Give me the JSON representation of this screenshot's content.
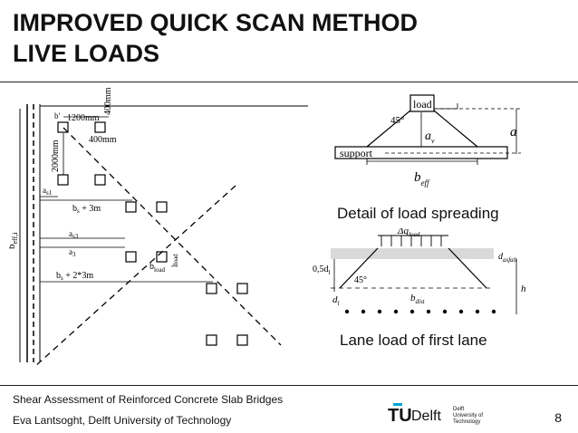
{
  "slide": {
    "title_line1": "IMPROVED QUICK SCAN METHOD",
    "title_line2": "LIVE LOADS",
    "page_number": "8"
  },
  "figure_left": {
    "labels": {
      "b_prime": "b'",
      "dim_1200": "1200mm",
      "dim_400_vertical": "400mm",
      "dim_400": "400mm",
      "dim_2000": "2000mm",
      "a_s1": "a",
      "a_s1_sub": "s1",
      "bs3m_b": "b",
      "bs3m_sub": "s",
      "bs3m_rest": " + 3m",
      "a_s3": "a",
      "a_s3_sub": "s3",
      "a_3": "a",
      "a_3_sub": "3",
      "bs23m_b": "b",
      "bs23m_sub": "s",
      "bs23m_rest": " + 2*3m",
      "b_load": "b",
      "b_load_sub": "load",
      "l_load": "l",
      "l_load_sub": "load",
      "b_eff": "b",
      "b_eff_sub": "eff,i"
    }
  },
  "figure_top_right": {
    "labels": {
      "load": "load",
      "angle": "45°",
      "a_v": "a",
      "a_v_sub": "v",
      "a": "a",
      "support": "support",
      "b_eff": "b",
      "b_eff_sub": "eff"
    },
    "caption": "Detail of load spreading"
  },
  "figure_bottom_right": {
    "labels": {
      "delta_q": "Δq",
      "delta_q_sub": "load",
      "d_asfalt": "d",
      "d_asfalt_sub": "asfalt",
      "half_d": "0,5d",
      "half_d_sub": "l",
      "angle": "45°",
      "b_dist": "b",
      "b_dist_sub": "dist",
      "d_l": "d",
      "d_l_sub": "l",
      "h": "h"
    },
    "caption": "Lane load of first lane"
  },
  "footer": {
    "line1": "Shear Assessment of Reinforced Concrete Slab Bridges",
    "line2": "Eva Lantsoght, Delft University of Technology",
    "logo_tu": "TU",
    "logo_delft": "Delft",
    "logo_small1": "Delft",
    "logo_small2": "University of",
    "logo_small3": "Technology"
  },
  "colors": {
    "rule": "#222222",
    "logo_red": "#00a6d6",
    "asphalt": "#d9d9d9"
  }
}
